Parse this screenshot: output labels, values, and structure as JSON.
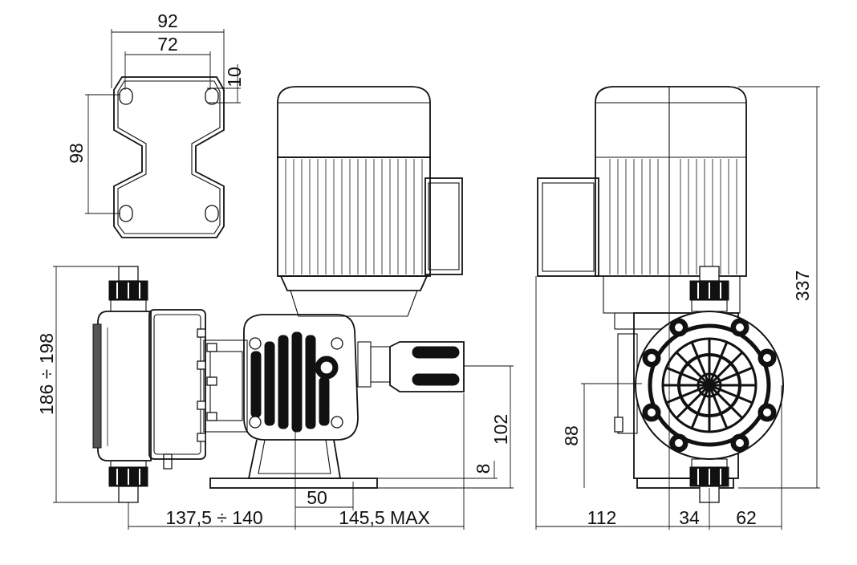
{
  "dimensions": {
    "bracket_width_outer": "92",
    "bracket_width_inner": "72",
    "slot_width": "10",
    "bracket_slot_spacing": "98",
    "total_height": "337",
    "pump_head_height": "186 ÷ 198",
    "discharge_height": "102",
    "base_thickness": "8",
    "mount_hole_offset": "50",
    "length_left": "137,5 ÷ 140",
    "length_right": "145,5 MAX",
    "axis_height": "88",
    "side_width_left": "112",
    "side_width_mid": "34",
    "side_width_right": "62"
  }
}
